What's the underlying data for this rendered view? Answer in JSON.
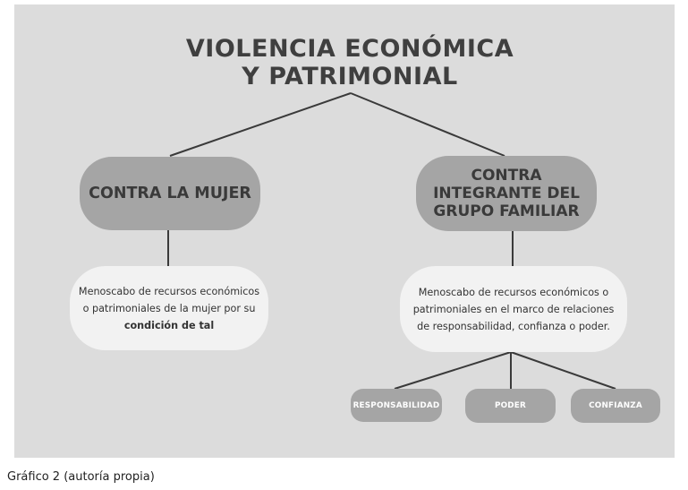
{
  "title": {
    "line1": "VIOLENCIA ECONÓMICA",
    "line2": "Y PATRIMONIAL"
  },
  "categories": [
    {
      "lines": [
        "CONTRA LA MUJER"
      ]
    },
    {
      "lines": [
        "CONTRA",
        "INTEGRANTE DEL",
        "GRUPO FAMILIAR"
      ]
    }
  ],
  "descriptions": [
    {
      "line1": "Menoscabo de recursos económicos",
      "line2": "o patrimoniales de la mujer por su",
      "line3_bold": "condición de tal"
    },
    {
      "line1": "Menoscabo de recursos económicos o",
      "line2": "patrimoniales en el marco de relaciones",
      "line3": "de responsabilidad, confianza o poder."
    }
  ],
  "leaves": [
    "RESPONSABILIDAD",
    "PODER",
    "CONFIANZA"
  ],
  "caption": "Gráfico 2 (autoría propia)",
  "colors": {
    "background": "#dcdcdc",
    "category": "#a5a5a5",
    "description": "#f2f2f2",
    "connector": "#3a3a3a",
    "text": "#3f3f3f"
  }
}
